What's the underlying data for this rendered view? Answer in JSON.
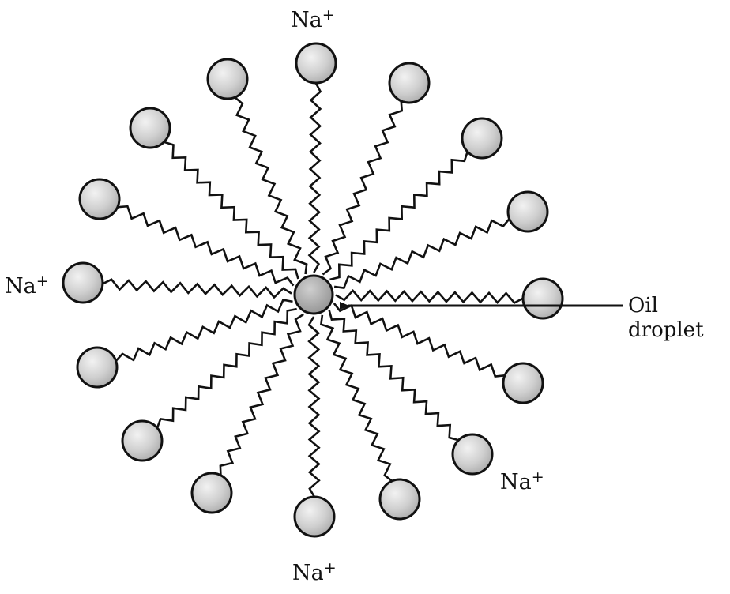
{
  "labels": {
    "na_top": "Na",
    "na_left": "Na",
    "na_right": "Na",
    "na_bottom": "Na",
    "charge": "+",
    "oil_line1": "Oil",
    "oil_line2": "droplet"
  },
  "colors": {
    "stroke": "#111111",
    "head_fill": "#c8c8c8",
    "head_highlight": "#f2f2f2",
    "core_fill": "#a8a8a8"
  }
}
